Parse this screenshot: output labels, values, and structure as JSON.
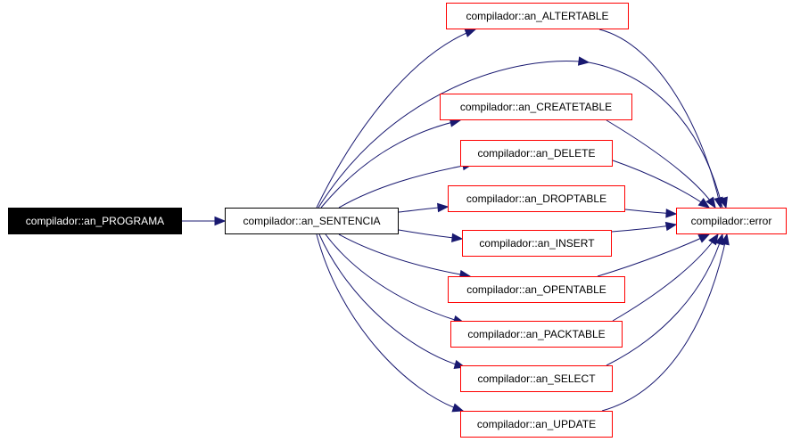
{
  "colors": {
    "node_border": "#ff0000",
    "edge": "#191970",
    "root_fill": "#000000",
    "root_text": "#ffffff"
  },
  "nodes": {
    "programa": "compilador::an_PROGRAMA",
    "sentencia": "compilador::an_SENTENCIA",
    "altertable": "compilador::an_ALTERTABLE",
    "createtable": "compilador::an_CREATETABLE",
    "delete": "compilador::an_DELETE",
    "droptable": "compilador::an_DROPTABLE",
    "insert": "compilador::an_INSERT",
    "opentable": "compilador::an_OPENTABLE",
    "packtable": "compilador::an_PACKTABLE",
    "select": "compilador::an_SELECT",
    "update": "compilador::an_UPDATE",
    "error": "compilador::error"
  }
}
